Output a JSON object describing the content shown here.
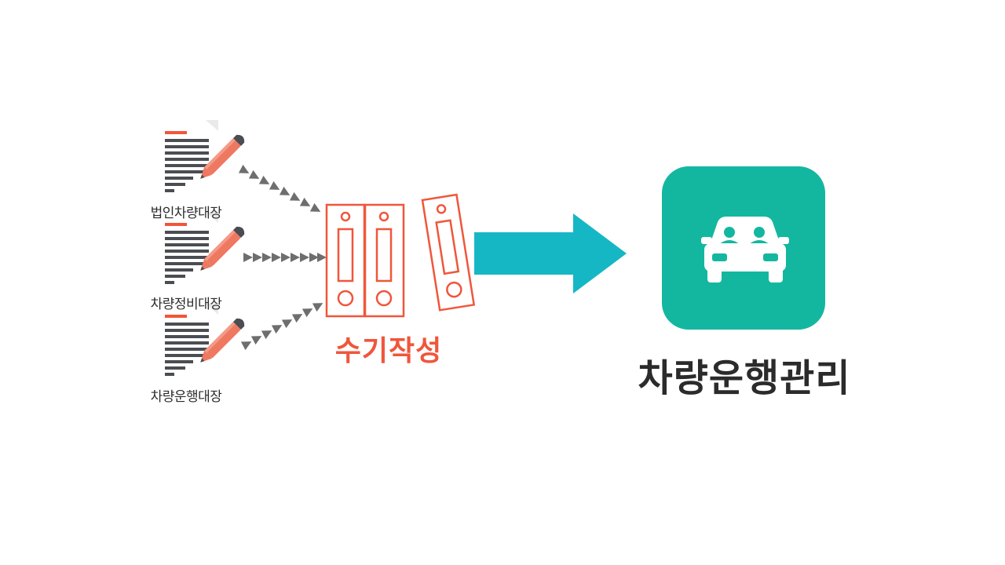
{
  "documents": [
    {
      "label": "법인차량대장",
      "icon": "document-pencil-icon"
    },
    {
      "label": "차량정비대장",
      "icon": "document-pencil-icon"
    },
    {
      "label": "차량운행대장",
      "icon": "document-pencil-icon"
    }
  ],
  "binder": {
    "caption": "수기작성",
    "icon": "binder-folders-icon"
  },
  "transition": {
    "icon": "right-arrow-icon"
  },
  "app": {
    "title": "차량운행관리",
    "icon": "car-icon"
  },
  "colors": {
    "accent_red": "#f0563b",
    "pencil": "#ee7860",
    "doc_lines": "#4a4d52",
    "dot_arrows": "#6e6e6e",
    "arrow_teal": "#16b7c5",
    "app_green": "#13b7a0",
    "text_dark": "#2b2b2b"
  }
}
